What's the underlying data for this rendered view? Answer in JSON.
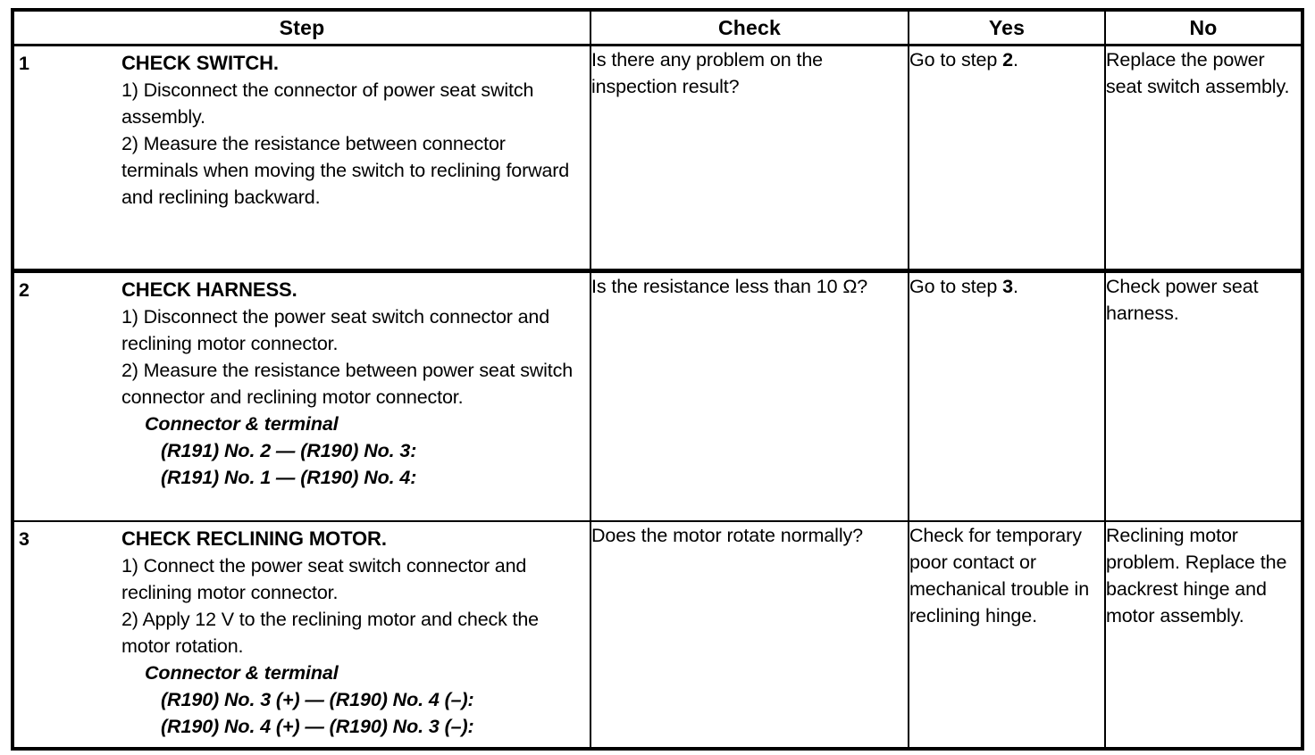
{
  "document": {
    "type": "diagnostic-procedure-table",
    "title": "Power Seat Reclining Diagnostic Chart"
  },
  "table": {
    "headers": {
      "step": "Step",
      "check": "Check",
      "yes": "Yes",
      "no": "No"
    },
    "rows": [
      {
        "number": "1",
        "title": "CHECK SWITCH.",
        "lines": [
          "1)  Disconnect the connector of power seat switch assembly.",
          "2)  Measure the resistance between connector terminals when moving the switch to reclining forward and reclining backward."
        ],
        "connector_heading": "",
        "connector_lines": [],
        "check": "Is there any problem on the inspection result?",
        "yes_prefix": "Go to step ",
        "yes_bold": "2",
        "yes_suffix": ".",
        "no": "Replace the power seat switch assembly."
      },
      {
        "number": "2",
        "title": "CHECK HARNESS.",
        "lines": [
          "1)  Disconnect the power seat switch connector and reclining motor connector.",
          "2)  Measure the resistance between power seat switch connector and reclining motor connector."
        ],
        "connector_heading": "Connector & terminal",
        "connector_lines": [
          "(R191) No. 2 — (R190) No. 3:",
          "(R191) No. 1 — (R190) No. 4:"
        ],
        "check": "Is the resistance less than 10 Ω?",
        "yes_prefix": "Go to step ",
        "yes_bold": "3",
        "yes_suffix": ".",
        "no": "Check power seat harness."
      },
      {
        "number": "3",
        "title": "CHECK RECLINING MOTOR.",
        "lines": [
          "1)  Connect the power seat switch connector and reclining motor connector.",
          "2)  Apply 12 V to the reclining motor and check the motor rotation."
        ],
        "connector_heading": "Connector & terminal",
        "connector_lines": [
          "(R190) No. 3 (+) — (R190) No. 4 (–):",
          "(R190) No. 4 (+) — (R190) No. 3 (–):"
        ],
        "check": "Does the motor rotate normally?",
        "yes_prefix": "Check for temporary poor contact or mechanical trouble in reclining hinge.",
        "yes_bold": "",
        "yes_suffix": "",
        "no": "Reclining motor problem. Replace the backrest hinge and motor assembly."
      }
    ]
  },
  "colors": {
    "rule": "#000000",
    "text": "#000000",
    "background": "#ffffff"
  }
}
